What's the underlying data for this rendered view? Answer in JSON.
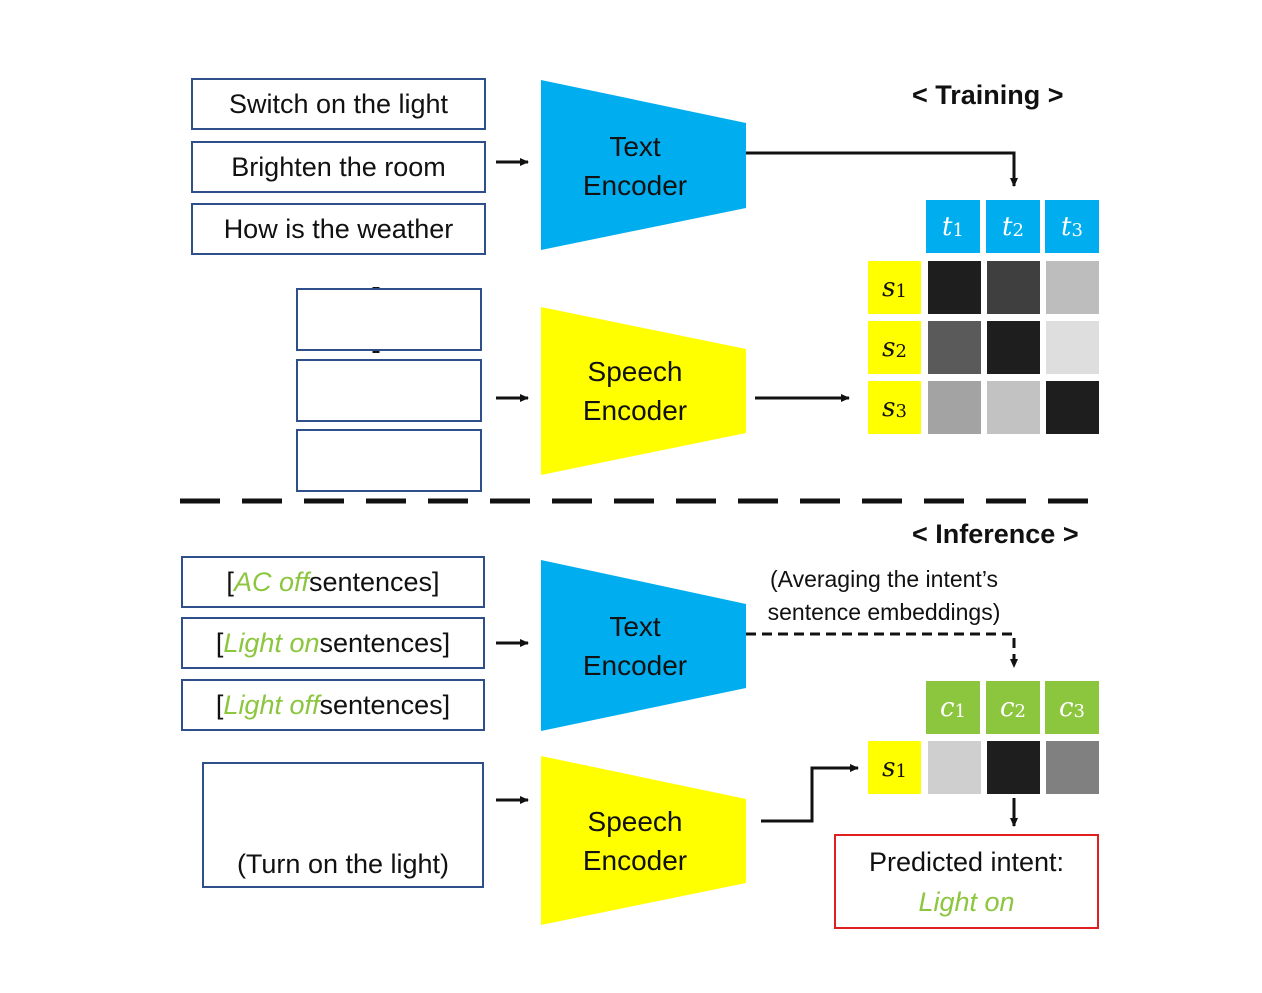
{
  "training": {
    "title": "< Training >",
    "text_inputs": [
      "Switch on the light",
      "Brighten the room",
      "How is the weather"
    ],
    "text_encoder": [
      "Text",
      "Encoder"
    ],
    "speech_encoder": [
      "Speech",
      "Encoder"
    ],
    "col_labels": [
      {
        "sym": "t",
        "sub": "1"
      },
      {
        "sym": "t",
        "sub": "2"
      },
      {
        "sym": "t",
        "sub": "3"
      }
    ],
    "row_labels": [
      {
        "sym": "s",
        "sub": "1"
      },
      {
        "sym": "s",
        "sub": "2"
      },
      {
        "sym": "s",
        "sub": "3"
      }
    ],
    "similarity_grays": [
      [
        "#1e1e1e",
        "#3f3f3f",
        "#bdbdbd"
      ],
      [
        "#5a5a5a",
        "#1e1e1e",
        "#dedede"
      ],
      [
        "#a3a3a3",
        "#c2c2c2",
        "#1e1e1e"
      ]
    ]
  },
  "inference": {
    "title": "< Inference >",
    "intent_inputs": [
      {
        "open": "[",
        "highlight": "AC off",
        "rest": " sentences]"
      },
      {
        "open": "[",
        "highlight": "Light on",
        "rest": " sentences]"
      },
      {
        "open": "[",
        "highlight": "Light off",
        "rest": " sentences]"
      }
    ],
    "text_encoder": [
      "Text",
      "Encoder"
    ],
    "speech_encoder": [
      "Speech",
      "Encoder"
    ],
    "averaging_note": [
      "(Averaging the intent’s",
      "sentence embeddings)"
    ],
    "speech_caption": "(Turn on the light)",
    "col_labels": [
      {
        "sym": "c",
        "sub": "1"
      },
      {
        "sym": "c",
        "sub": "2"
      },
      {
        "sym": "c",
        "sub": "3"
      }
    ],
    "row_label": {
      "sym": "s",
      "sub": "1"
    },
    "similarity_grays": [
      "#cfcfcf",
      "#1e1e1e",
      "#808080"
    ],
    "predicted_label": "Predicted intent:",
    "predicted_value": "Light on"
  },
  "colors": {
    "text_encoder": "#00aeef",
    "speech_encoder": "#ffff00",
    "intent_green": "#8cc63f",
    "box_border": "#2f4f8a",
    "prediction_border": "#e02020"
  }
}
